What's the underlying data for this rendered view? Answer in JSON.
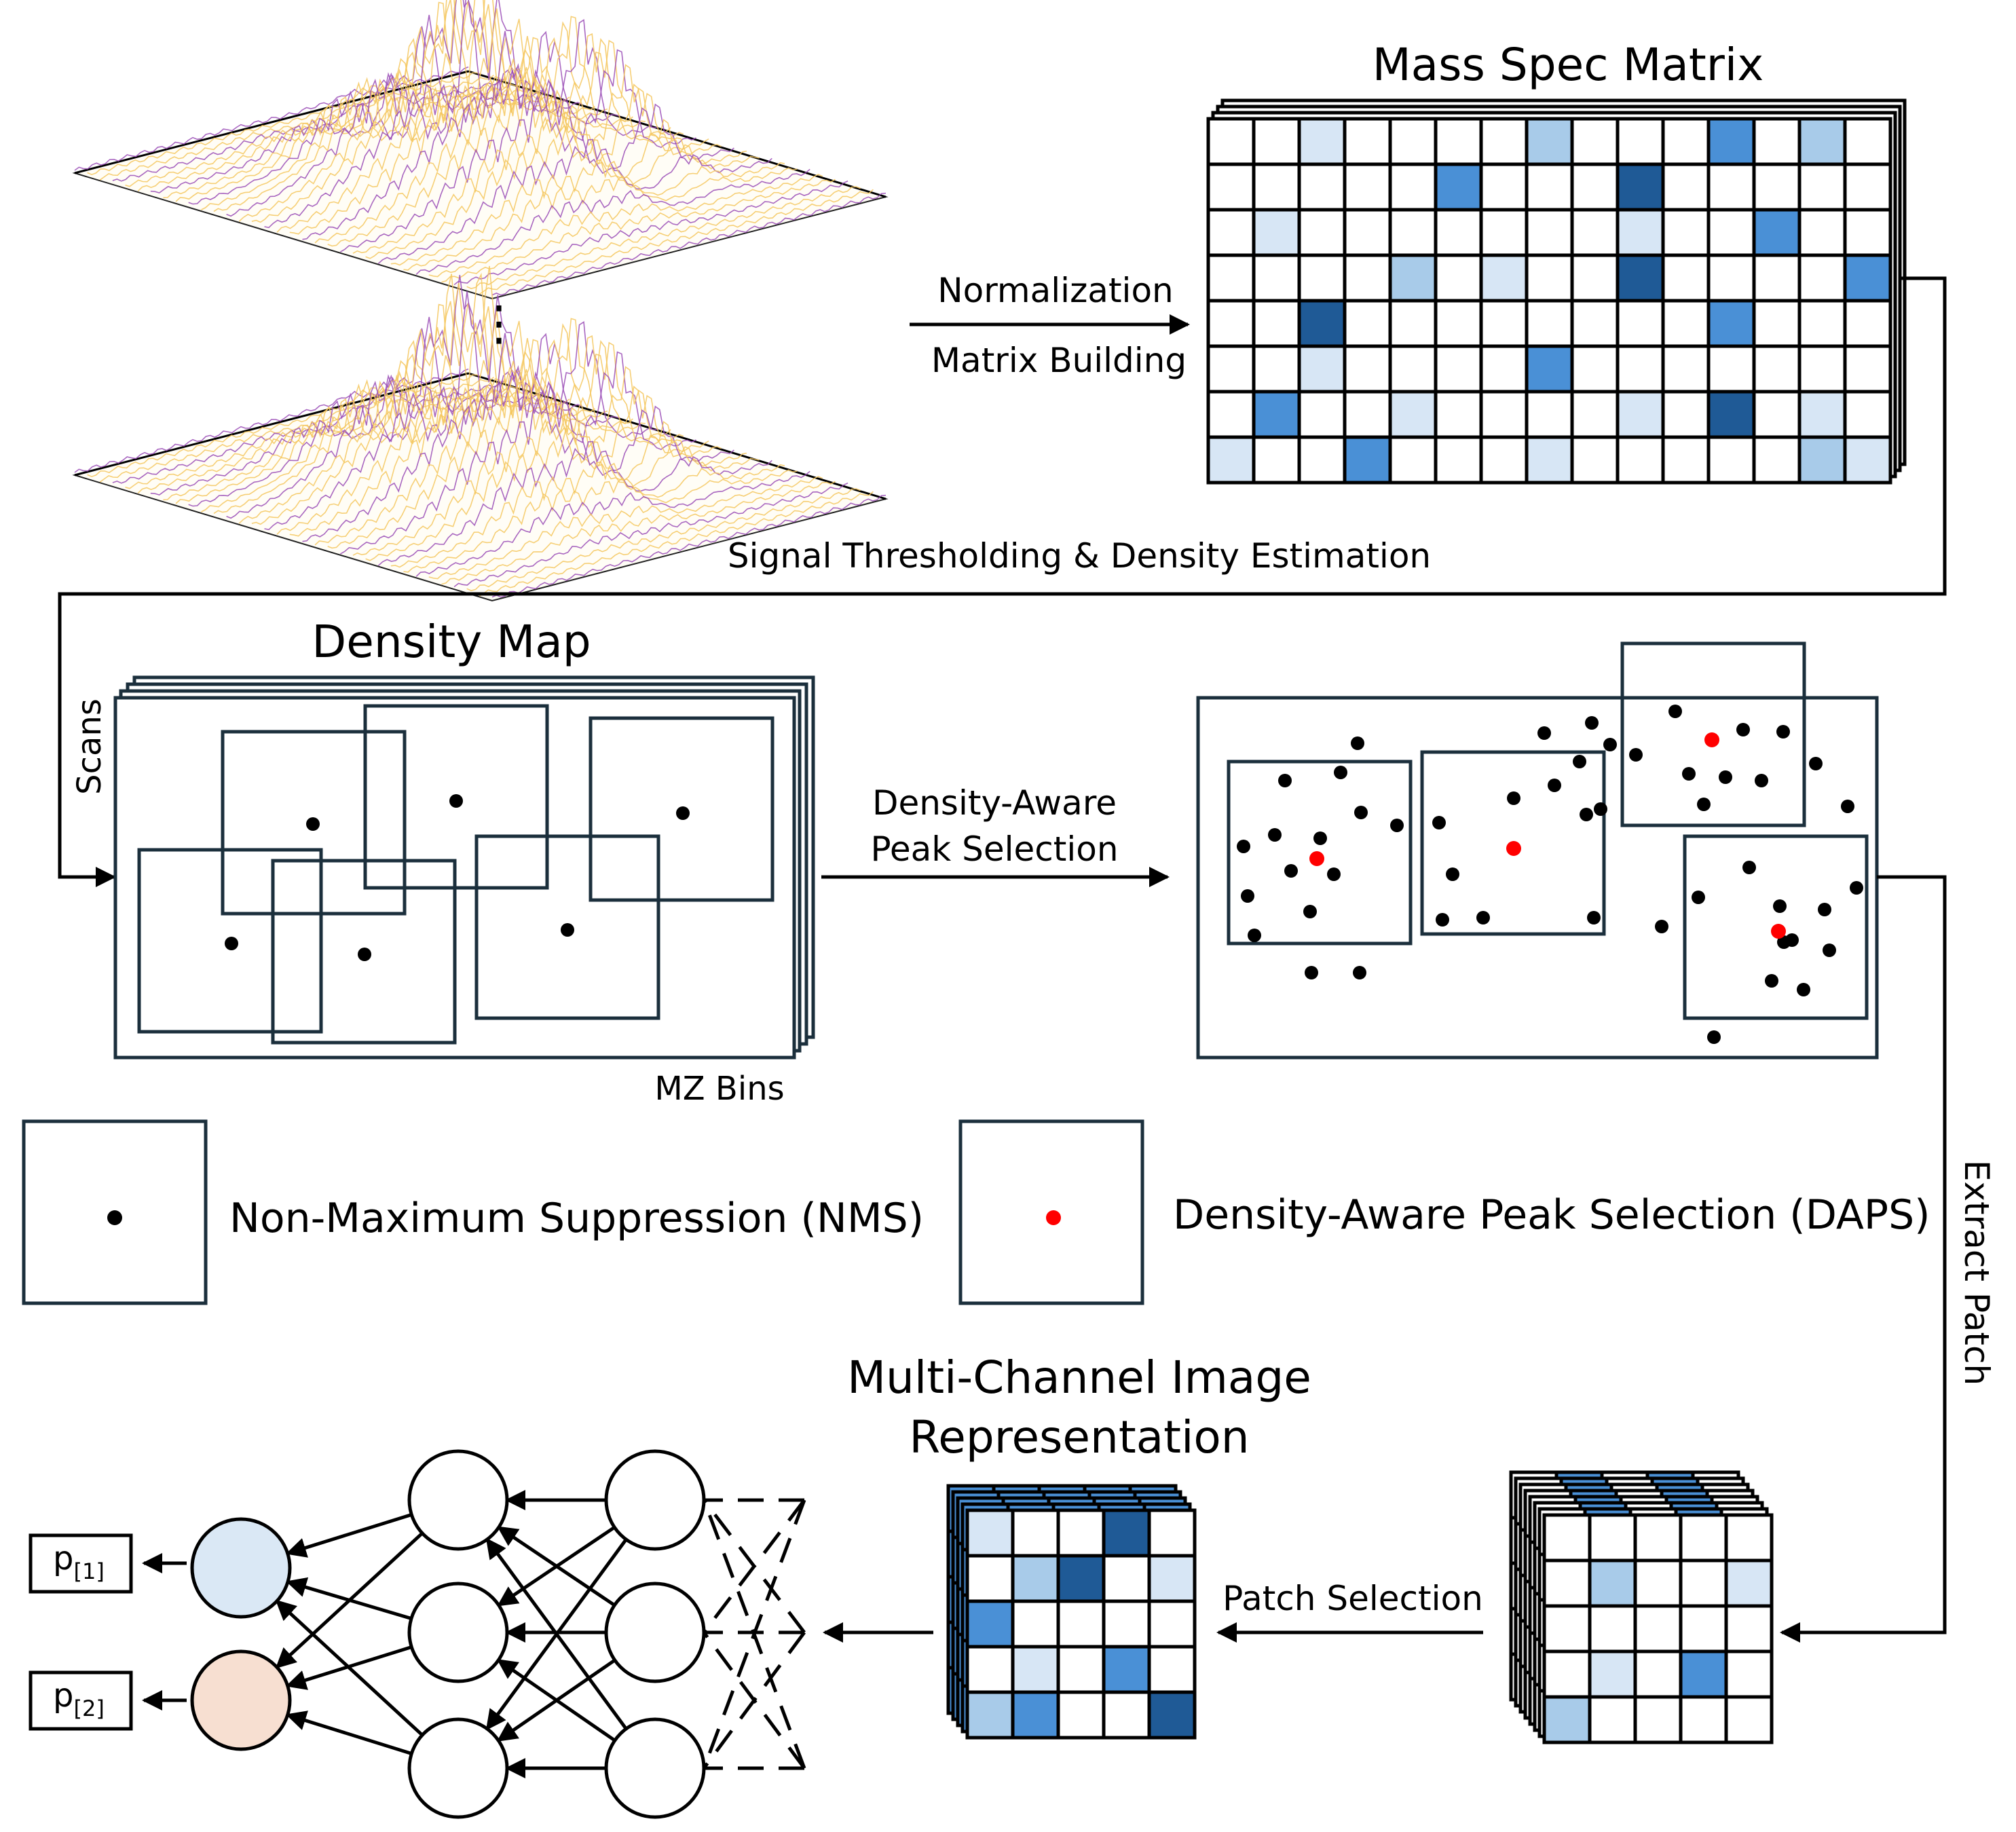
{
  "titles": {
    "mass_spec_matrix": "Mass Spec Matrix",
    "density_map": "Density Map",
    "multi_channel_line1": "Multi-Channel Image",
    "multi_channel_line2": "Representation"
  },
  "labels": {
    "normalization": "Normalization",
    "matrix_building": "Matrix Building",
    "signal_thresholding": "Signal Thresholding & Density Estimation",
    "scans": "Scans",
    "mz_bins": "MZ Bins",
    "density_aware_line1": "Density-Aware",
    "density_aware_line2": "Peak Selection",
    "extract_patch": "Extract Patch",
    "patch_selection": "Patch Selection",
    "ellipsis": "⋮"
  },
  "legend": {
    "nms": "Non-Maximum Suppression (NMS)",
    "daps": "Density-Aware Peak Selection (DAPS)"
  },
  "outputs": [
    {
      "base": "p",
      "sub": "[1]"
    },
    {
      "base": "p",
      "sub": "[2]"
    }
  ],
  "colors": {
    "frame": "#1b2f3c",
    "arrow": "#000000",
    "nms_dot": "#000000",
    "daps_dot": "#ff0000",
    "blue_light": "#d7e6f5",
    "blue_mid": "#a8cbe9",
    "blue_strong": "#4a90d6",
    "blue_dark": "#1f5a96",
    "output_node_1": "#dae8f5",
    "output_node_2": "#f7dfd1",
    "spectrum_fill": "#f4c75e",
    "spectrum_peak": "#9a4cb6"
  },
  "matrix": {
    "rows": 8,
    "cols": 15,
    "cells": [
      [
        0,
        0,
        1,
        0,
        0,
        0,
        0,
        2,
        0,
        0,
        0,
        3,
        0,
        2,
        0
      ],
      [
        0,
        0,
        0,
        0,
        0,
        3,
        0,
        0,
        0,
        4,
        0,
        0,
        0,
        0,
        0
      ],
      [
        0,
        1,
        0,
        0,
        0,
        0,
        0,
        0,
        0,
        1,
        0,
        0,
        3,
        0,
        0
      ],
      [
        0,
        0,
        0,
        0,
        2,
        0,
        1,
        0,
        0,
        4,
        0,
        0,
        0,
        0,
        3
      ],
      [
        0,
        0,
        4,
        0,
        0,
        0,
        0,
        0,
        0,
        0,
        0,
        3,
        0,
        0,
        0
      ],
      [
        0,
        0,
        1,
        0,
        0,
        0,
        0,
        3,
        0,
        0,
        0,
        0,
        0,
        0,
        0
      ],
      [
        0,
        3,
        0,
        0,
        1,
        0,
        0,
        0,
        0,
        1,
        0,
        4,
        0,
        1,
        0
      ],
      [
        1,
        0,
        0,
        3,
        0,
        0,
        0,
        1,
        0,
        0,
        0,
        0,
        0,
        2,
        1
      ]
    ]
  },
  "patch_stack_grid": {
    "rows": 5,
    "cols": 5,
    "cells": [
      [
        0,
        0,
        0,
        0,
        0
      ],
      [
        0,
        2,
        0,
        0,
        1
      ],
      [
        0,
        0,
        0,
        0,
        0
      ],
      [
        0,
        1,
        0,
        3,
        0
      ],
      [
        2,
        0,
        0,
        0,
        0
      ]
    ]
  },
  "multi_channel_grid": {
    "rows": 5,
    "cols": 5,
    "cells": [
      [
        1,
        0,
        0,
        4,
        0
      ],
      [
        0,
        2,
        4,
        0,
        1
      ],
      [
        3,
        0,
        0,
        0,
        0
      ],
      [
        0,
        1,
        0,
        3,
        0
      ],
      [
        2,
        3,
        0,
        0,
        4
      ]
    ]
  }
}
